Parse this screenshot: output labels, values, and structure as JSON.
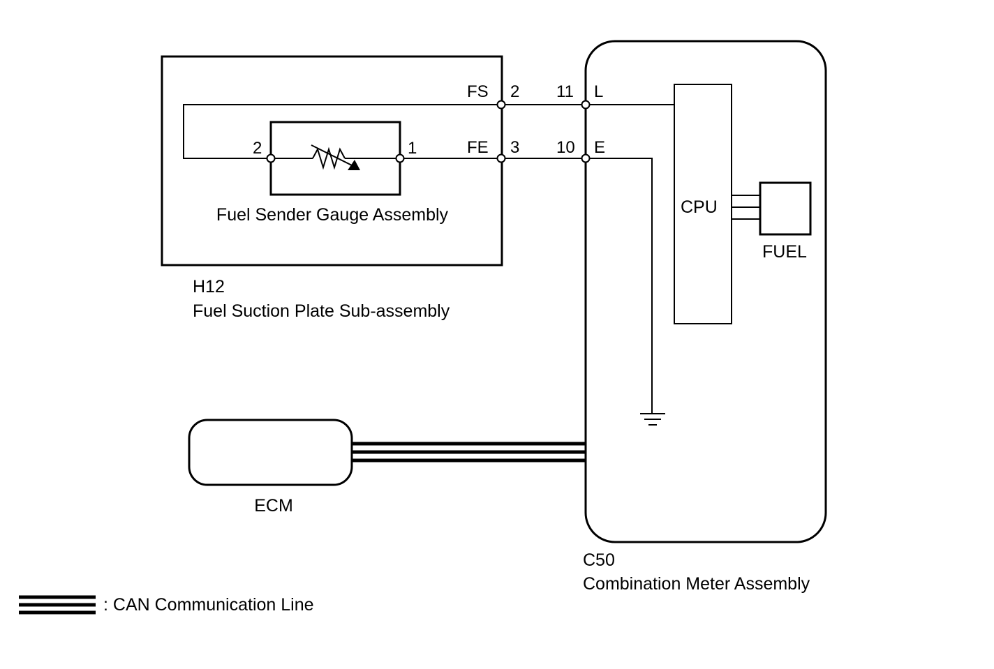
{
  "components": {
    "fuel_sender": {
      "name": "Fuel Sender Gauge Assembly",
      "pin_left": "2",
      "pin_right": "1"
    },
    "suction_plate": {
      "code": "H12",
      "name": "Fuel Suction Plate Sub-assembly"
    },
    "combination_meter": {
      "code": "C50",
      "name": "Combination Meter Assembly"
    },
    "cpu": {
      "label": "CPU"
    },
    "fuel_indicator": {
      "label": "FUEL"
    },
    "ecm": {
      "label": "ECM"
    }
  },
  "connections": [
    {
      "signal": "FS",
      "h12_pin": "2",
      "c50_pin": "11",
      "terminal": "L"
    },
    {
      "signal": "FE",
      "h12_pin": "3",
      "c50_pin": "10",
      "terminal": "E"
    }
  ],
  "legend": {
    "can_line": ": CAN Communication Line"
  }
}
